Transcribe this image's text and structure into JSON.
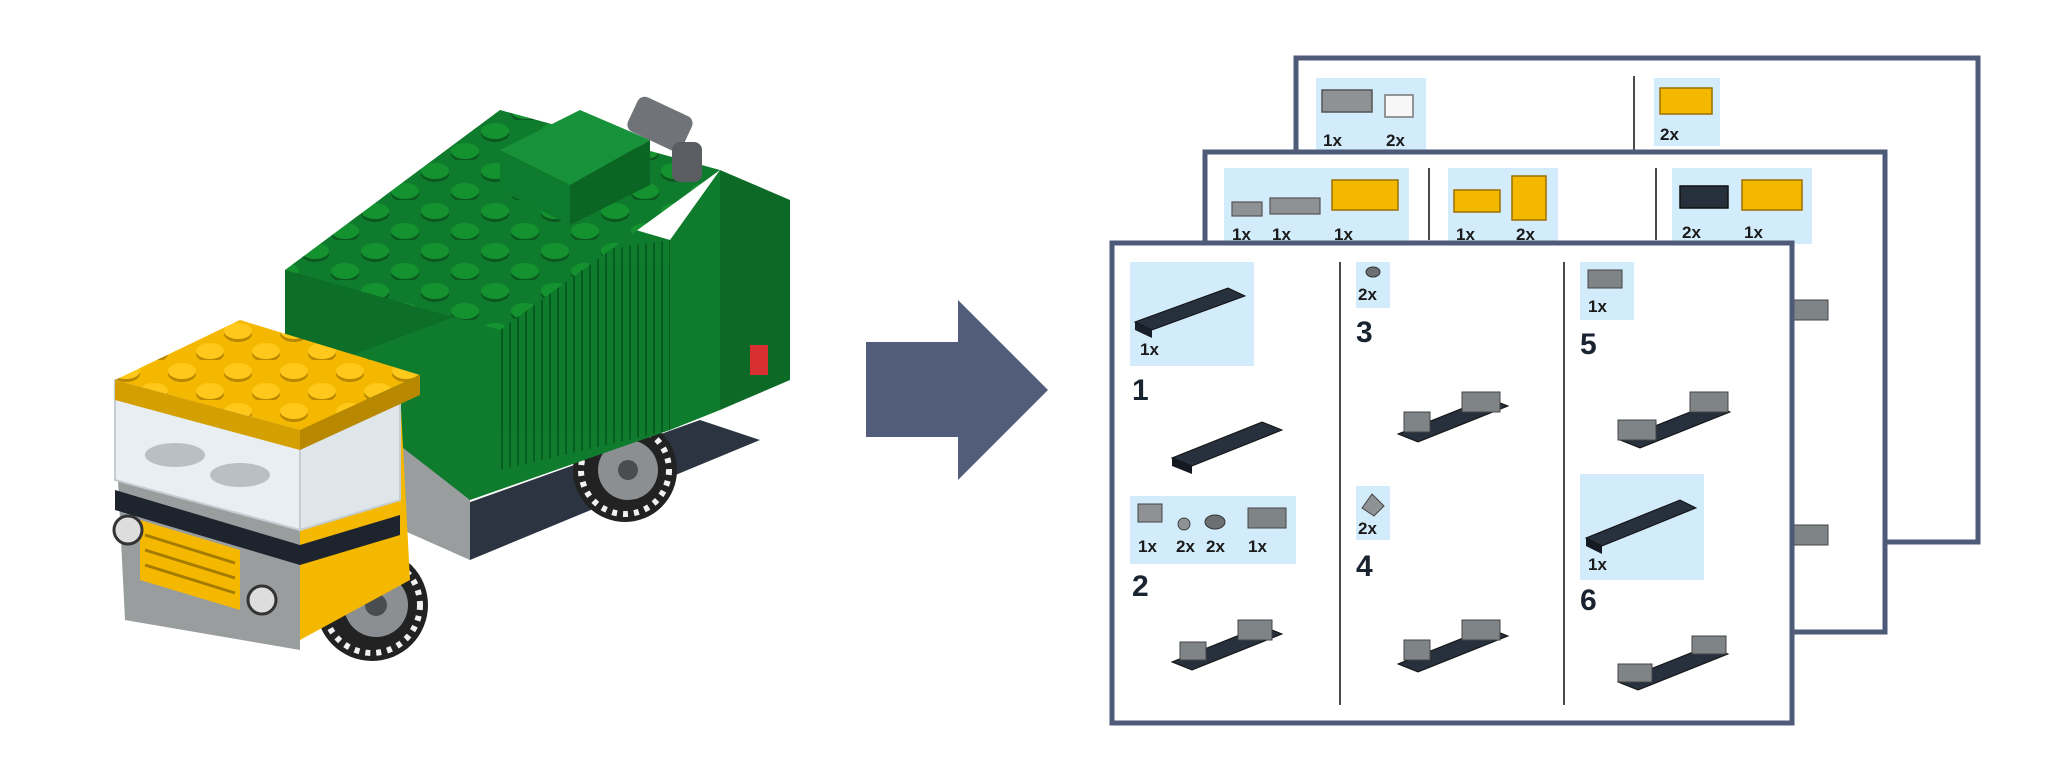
{
  "colors": {
    "page_frame": "#4f5a78",
    "arrow": "#525d7c",
    "parts_callout": "#d3ecfb",
    "divider": "#4a4a4a",
    "truck_green": "#0f7b2d",
    "truck_yellow": "#f5b800",
    "truck_gray": "#9a9d9e",
    "plate_dark": "#27303d"
  },
  "icons": {
    "arrow": "right-arrow-icon",
    "model": "lego-garbage-truck-model"
  },
  "back_page": {
    "steps": [
      {
        "parts": [
          {
            "qty": "1x"
          },
          {
            "qty": "2x"
          }
        ]
      },
      {
        "parts": [
          {
            "qty": "2x"
          }
        ]
      }
    ]
  },
  "middle_page": {
    "steps": [
      {
        "parts": [
          {
            "qty": "1x"
          },
          {
            "qty": "1x"
          },
          {
            "qty": "1x"
          }
        ]
      },
      {
        "parts": [
          {
            "qty": "1x"
          },
          {
            "qty": "2x"
          }
        ]
      },
      {
        "parts": [
          {
            "qty": "2x"
          },
          {
            "qty": "1x"
          }
        ]
      }
    ]
  },
  "front_page": {
    "steps": [
      {
        "number": "1",
        "parts": [
          {
            "qty": "1x"
          }
        ]
      },
      {
        "number": "2",
        "parts": [
          {
            "qty": "1x"
          },
          {
            "qty": "2x"
          },
          {
            "qty": "2x"
          },
          {
            "qty": "1x"
          }
        ]
      },
      {
        "number": "3",
        "parts": [
          {
            "qty": "2x"
          }
        ]
      },
      {
        "number": "4",
        "parts": [
          {
            "qty": "2x"
          }
        ]
      },
      {
        "number": "5",
        "parts": [
          {
            "qty": "1x"
          }
        ]
      },
      {
        "number": "6",
        "parts": [
          {
            "qty": "1x"
          }
        ]
      }
    ]
  }
}
